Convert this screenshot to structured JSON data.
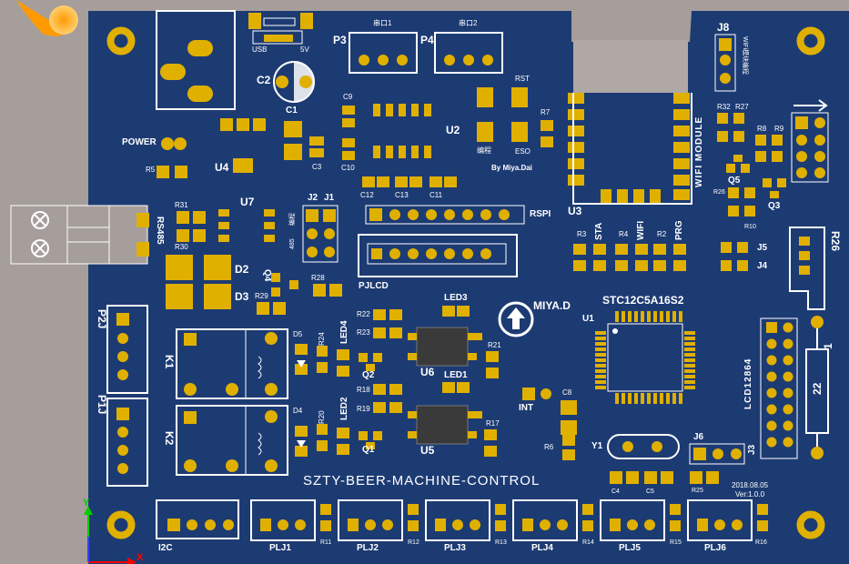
{
  "board": {
    "title": "SZTY-BEER-MACHINE-CONTROL",
    "date": "2018.08.05",
    "version": "Ver:1.0.0",
    "author": "By Miya.Dai",
    "logo_text": "MIYA.D",
    "wifi_module": "WIFI MODULE",
    "mcu": "STC12C5A16S2",
    "wifi_prog_cn": "WiFi模块编程"
  },
  "labels": {
    "usb": "USB",
    "v5": "5V",
    "p3": "P3",
    "p4": "P4",
    "serial1": "串口1",
    "serial2": "串口2",
    "c2": "C2",
    "c1": "C1",
    "c3": "C3",
    "c9": "C9",
    "c10": "C10",
    "u2": "U2",
    "rst": "RST",
    "r7": "R7",
    "prog_cn": "编程",
    "eso": "ESO",
    "j8": "J8",
    "power": "POWER",
    "r5": "R5",
    "u4": "U4",
    "c12": "C12",
    "c13": "C13",
    "c11": "C11",
    "u3": "U3",
    "r32": "R32",
    "r27": "R27",
    "r8": "R8",
    "r9": "R9",
    "q5": "Q5",
    "r26a": "R26",
    "q3": "Q3",
    "r10": "R10",
    "r31": "R31",
    "u7": "U7",
    "j2": "J2",
    "j1": "J1",
    "rspi": "RSPI",
    "rs485": "RS485",
    "r30": "R30",
    "rs485_small": "485",
    "prog_small": "编程",
    "r3": "R3",
    "sta": "STA",
    "r4": "R4",
    "wifi": "WIFI",
    "r2": "R2",
    "prg": "PRG",
    "j5": "J5",
    "j4": "J4",
    "r26b": "R26",
    "d2": "D2",
    "d3": "D3",
    "q4": "Q4",
    "r28": "R28",
    "r29": "R29",
    "pjlcd": "PJLCD",
    "led3": "LED3",
    "p2j": "P2J",
    "r22": "R22",
    "r23": "R23",
    "d5": "D5",
    "r24": "R24",
    "led4": "LED4",
    "u6": "U6",
    "r21": "R21",
    "u1": "U1",
    "k1": "K1",
    "q2": "Q2",
    "led1": "LED1",
    "r18": "R18",
    "r19": "R19",
    "int": "INT",
    "c8": "C8",
    "p1j": "P1J",
    "d4": "D4",
    "r20": "R20",
    "led2": "LED2",
    "q1": "Q1",
    "u5": "U5",
    "r17": "R17",
    "r6": "R6",
    "y1": "Y1",
    "j6": "J6",
    "j3": "J3",
    "k2": "K2",
    "lcd": "LCD12864",
    "r22_side": "22",
    "one": "1",
    "c4": "C4",
    "c5": "C5",
    "r25": "R25",
    "i2c": "I2C",
    "plj1": "PLJ1",
    "r11": "R11",
    "plj2": "PLJ2",
    "r12": "R12",
    "plj3": "PLJ3",
    "r13": "R13",
    "plj4": "PLJ4",
    "r14": "R14",
    "plj5": "PLJ5",
    "r15": "R15",
    "plj6": "PLJ6",
    "r16": "R16",
    "axis_y": "Y",
    "axis_x": "X"
  },
  "colors": {
    "board": "#1d3b73",
    "silk": "#ffffff",
    "pad": "#e0b000",
    "background": "#a69e9b"
  }
}
